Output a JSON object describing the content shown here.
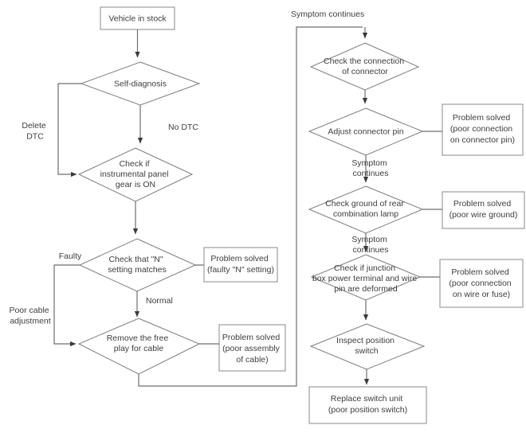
{
  "diagram": {
    "title": "Transmission / switch troubleshooting flowchart",
    "colors": {
      "background": "#ffffff",
      "shape_stroke": "#8a8a8a",
      "connector": "#6e6e6e",
      "text": "#3d3d3d"
    },
    "left_column": {
      "start_box": {
        "line1": "Vehicle in stock"
      },
      "d_self_diagnosis": {
        "line1": "Self-diagnosis"
      },
      "d_check_panel": {
        "line1": "Check if",
        "line2": "instrumental panel",
        "line3": "gear is ON"
      },
      "d_check_n_setting": {
        "line1": "Check that \"N\"",
        "line2": "setting matches"
      },
      "d_remove_free_play": {
        "line1": "Remove the free",
        "line2": "play for cable"
      },
      "box_faulty_n_setting": {
        "line1": "Problem solved",
        "line2": "(faulty \"N\" setting)"
      },
      "box_poor_assembly": {
        "line1": "Problem solved",
        "line2": "(poor assembly",
        "line3": "of cable)"
      },
      "labels": {
        "delete_dtc_l1": "Delete",
        "delete_dtc_l2": "DTC",
        "no_dtc": "No DTC",
        "faulty": "Faulty",
        "normal": "Normal",
        "poor_cable_l1": "Poor cable",
        "poor_cable_l2": "adjustment"
      }
    },
    "right_column": {
      "entry_label": "Symptom continues",
      "d_check_connector": {
        "line1": "Check the connection",
        "line2": "of connector"
      },
      "d_adjust_pin": {
        "line1": "Adjust connector pin"
      },
      "d_check_ground": {
        "line1": "Check ground of rear",
        "line2": "combination lamp"
      },
      "d_check_junction": {
        "line1": "Check if junction",
        "line2": "box power terminal and wire",
        "line3": "pin are deformed"
      },
      "d_inspect_switch": {
        "line1": "Inspect position",
        "line2": "switch"
      },
      "box_connector_pin": {
        "line1": "Problem solved",
        "line2": "(poor connection",
        "line3": "on connector pin)"
      },
      "box_wire_ground": {
        "line1": "Problem solved",
        "line2": "(poor wire ground)"
      },
      "box_wire_fuse": {
        "line1": "Problem solved",
        "line2": "(poor connection",
        "line3": "on wire or fuse)"
      },
      "box_replace_switch": {
        "line1": "Replace switch unit",
        "line2": "(poor position switch)"
      },
      "labels": {
        "symptom_continues_1_l1": "Symptom",
        "symptom_continues_1_l2": "continues",
        "symptom_continues_2_l1": "Symptom",
        "symptom_continues_2_l2": "continues"
      }
    }
  }
}
